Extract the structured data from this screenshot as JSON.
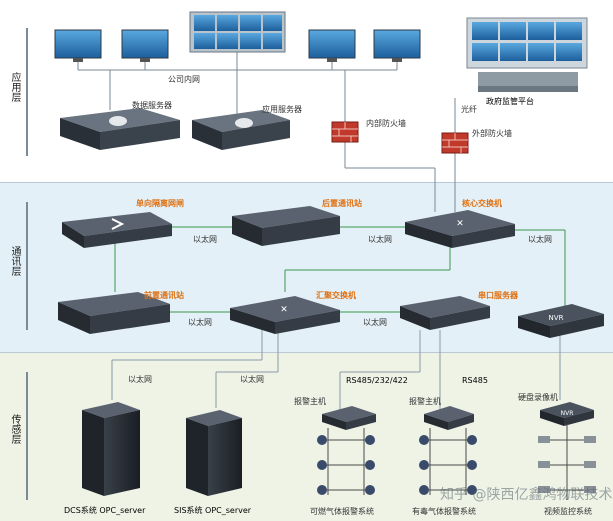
{
  "layers": {
    "application": "应用层",
    "communication": "通讯层",
    "sensing": "传感层"
  },
  "labels": {
    "company_lan": "公司内网",
    "data_server": "数据服务器",
    "app_server": "应用服务器",
    "internal_firewall": "内部防火墙",
    "gov_platform": "政府监管平台",
    "fiber": "光纤",
    "external_firewall": "外部防火墙",
    "unidirectional_gateway": "单向隔离网闸",
    "rear_comm_station": "后置通讯站",
    "core_switch": "核心交换机",
    "front_comm_station": "前置通讯站",
    "aggregation_switch": "汇聚交换机",
    "serial_server": "串口服务器",
    "eth1": "以太网",
    "eth2": "以太网",
    "eth3": "以太网",
    "eth4": "以太网",
    "eth5": "以太网",
    "eth6": "以太网",
    "eth7": "以太网",
    "rs485_232_422": "RS485/232/422",
    "rs485": "RS485",
    "alarm_host_1": "报警主机",
    "alarm_host_2": "报警主机",
    "hdd_recorder": "硬盘录像机",
    "dcs": "DCS系统 OPC_server",
    "sis": "SIS系统 OPC_server",
    "combustible_gas": "可燃气体报警系统",
    "toxic_gas": "有毒气体报警系统",
    "video_monitor": "视频监控系统",
    "nvr_1": "NVR",
    "nvr_2": "NVR",
    "watermark": "知乎 @陕西亿鑫鸿物联技术"
  },
  "colors": {
    "app_band": "#ffffff",
    "comm_band": "#e3f0f7",
    "sense_band": "#eef3e6",
    "link_green": "#3a9a4a",
    "link_gray": "#8a9aa6",
    "orange_label": "#e07010",
    "firewall_red": "#c0392b"
  }
}
